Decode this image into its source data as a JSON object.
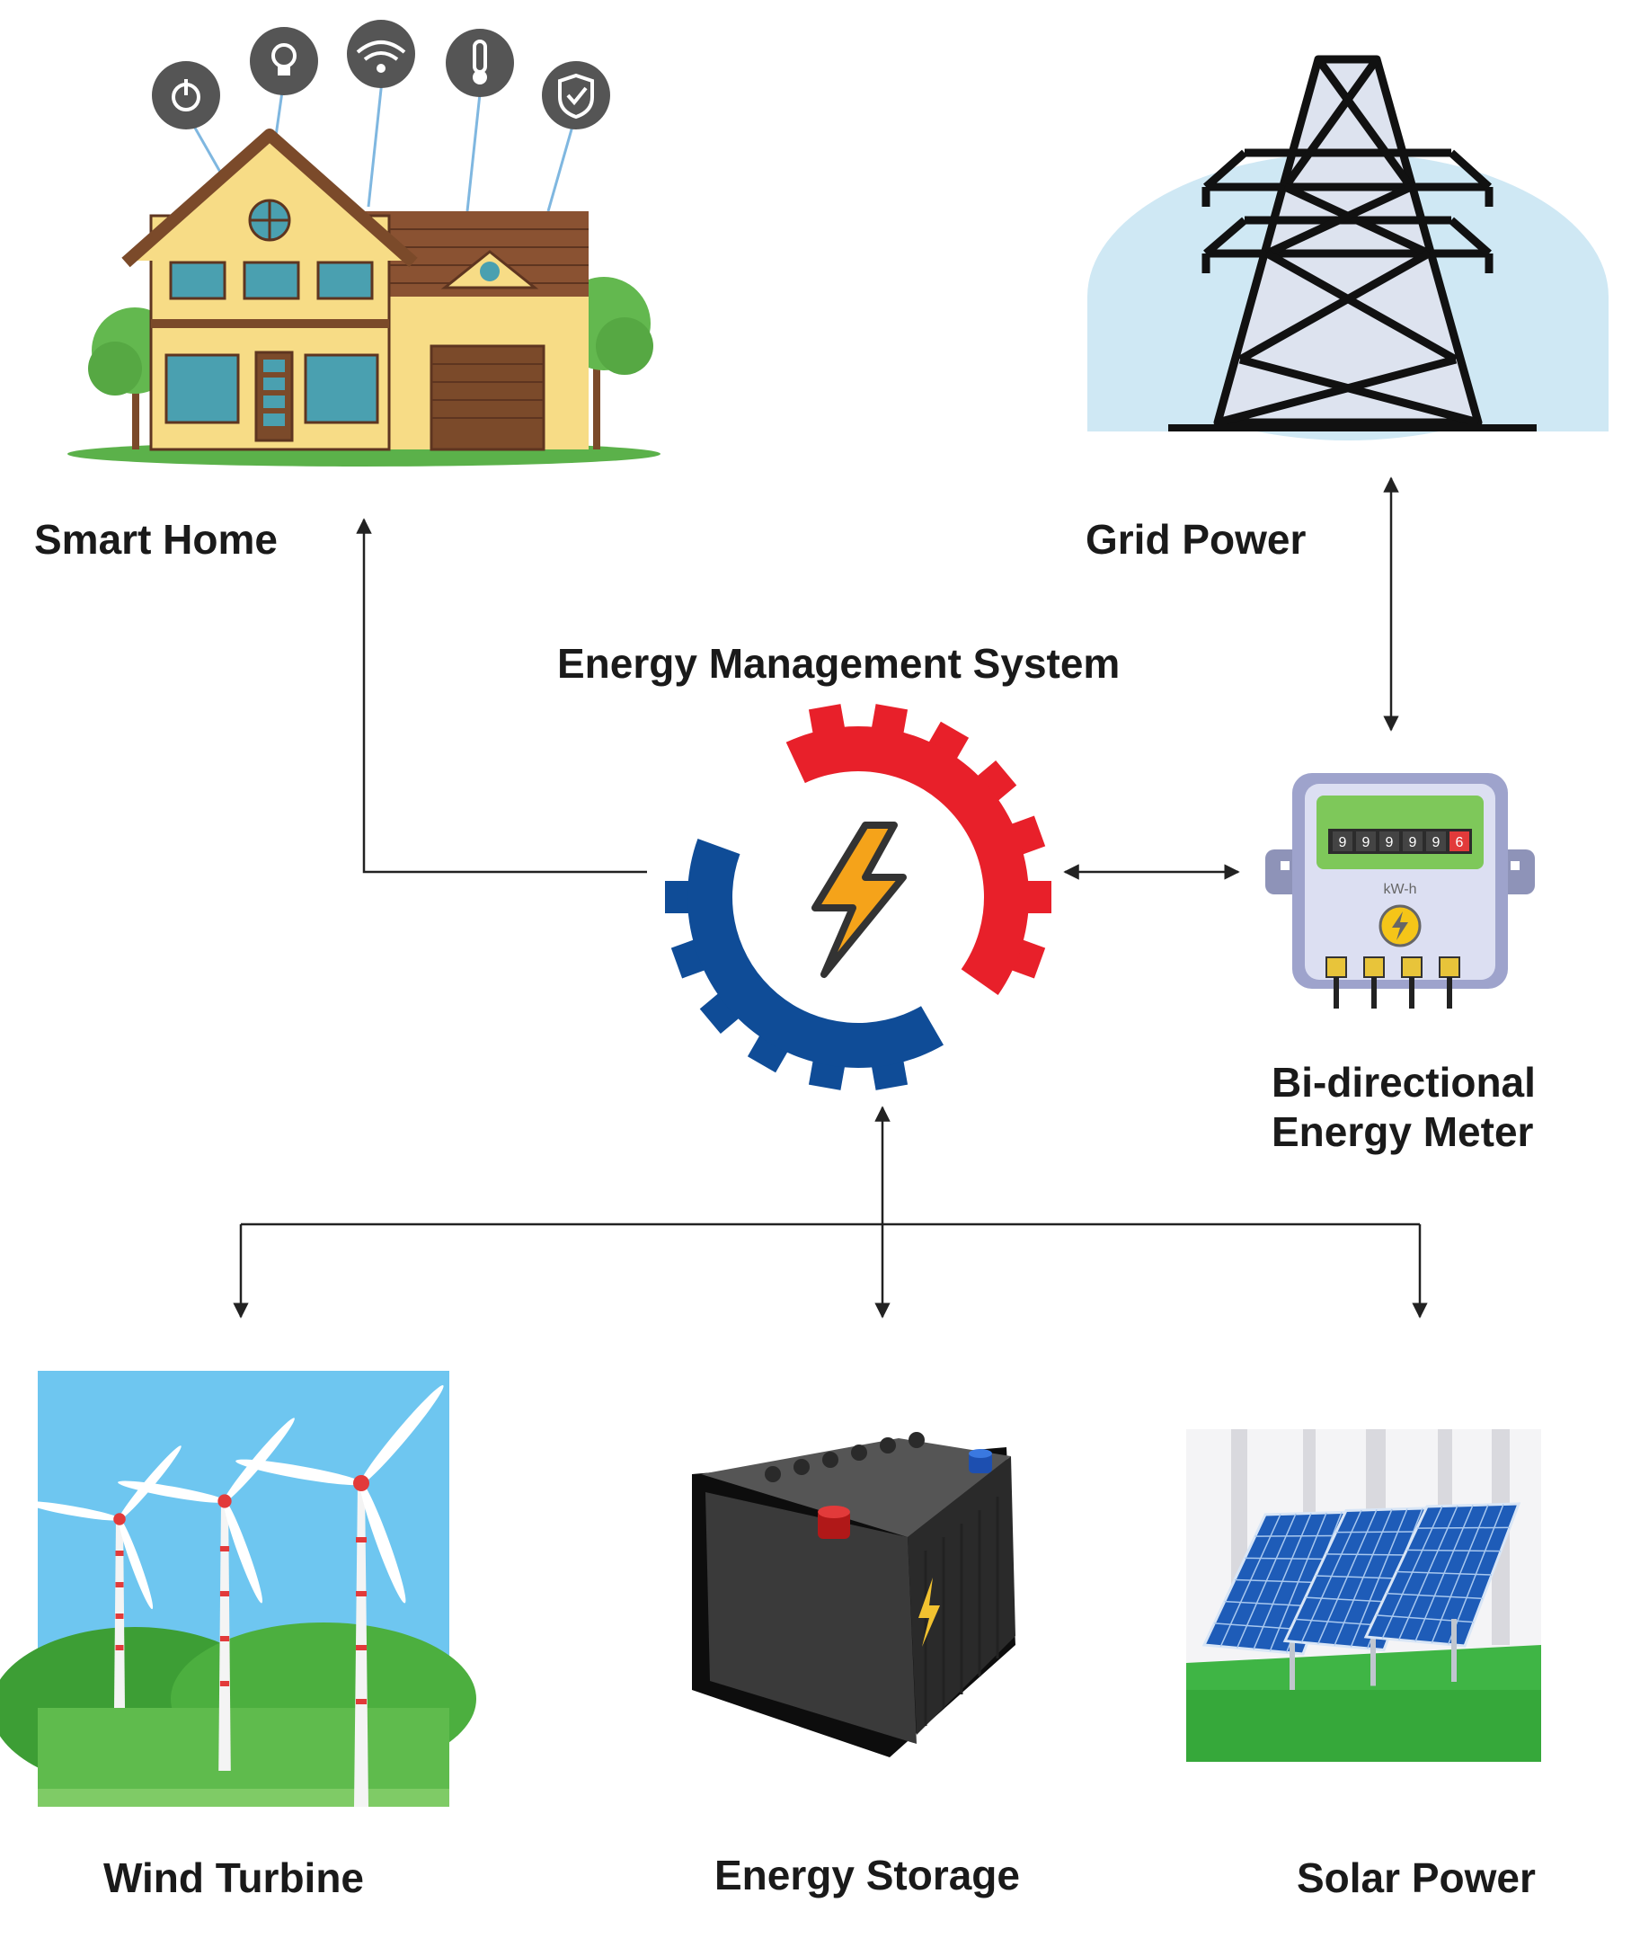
{
  "nodes": {
    "smart_home": {
      "label": "Smart Home"
    },
    "grid_power": {
      "label": "Grid Power"
    },
    "ems": {
      "label": "Energy Management System"
    },
    "meter": {
      "label_line1": "Bi-directional",
      "label_line2": "Energy Meter",
      "display_digits": "999996",
      "unit": "kW-h"
    },
    "wind": {
      "label": "Wind Turbine"
    },
    "storage": {
      "label": "Energy Storage"
    },
    "solar": {
      "label": "Solar Power"
    }
  },
  "colors": {
    "gear_red": "#e8202a",
    "gear_blue": "#0f4c97",
    "bolt_orange": "#f5a31a",
    "line": "#222222",
    "sky_blue": "#6ec6f0",
    "grass_green": "#4caf3f",
    "house_yellow": "#f7dc86",
    "roof_brown": "#7b4a2a",
    "tower_bg": "#cfe8f4"
  },
  "icons": {
    "smart_home_icons": [
      "power-icon",
      "bulb-icon",
      "wifi-icon",
      "thermometer-icon",
      "shield-check-icon"
    ]
  }
}
